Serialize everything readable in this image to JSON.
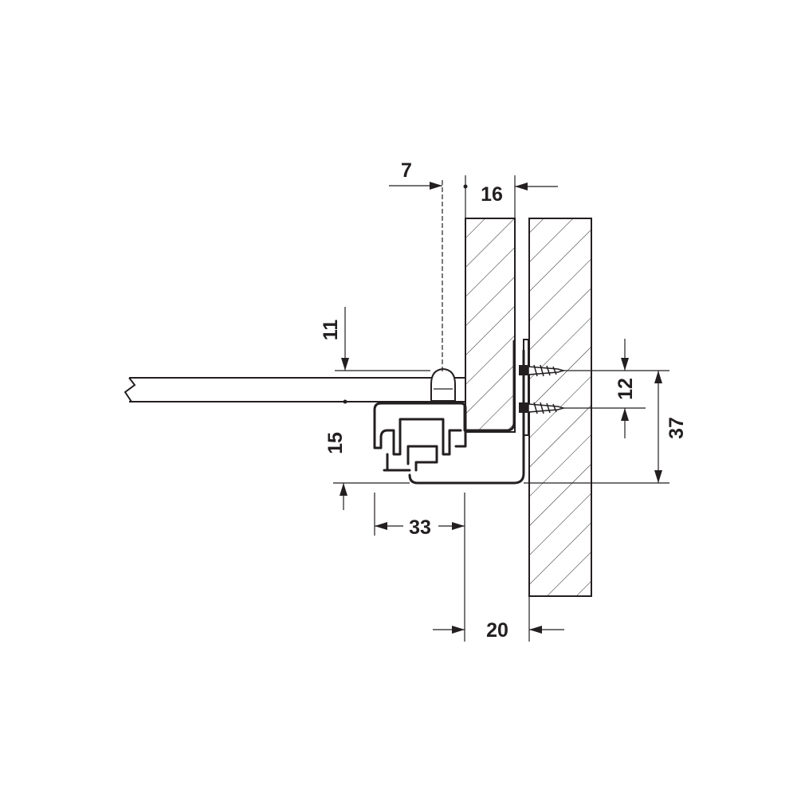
{
  "dimensions": {
    "d7": "7",
    "d16": "16",
    "d11": "11",
    "d12": "12",
    "d37": "37",
    "d15": "15",
    "d33": "33",
    "d20": "20"
  },
  "colors": {
    "line": "#231f20",
    "background": "#ffffff",
    "hatch": "#231f20"
  }
}
